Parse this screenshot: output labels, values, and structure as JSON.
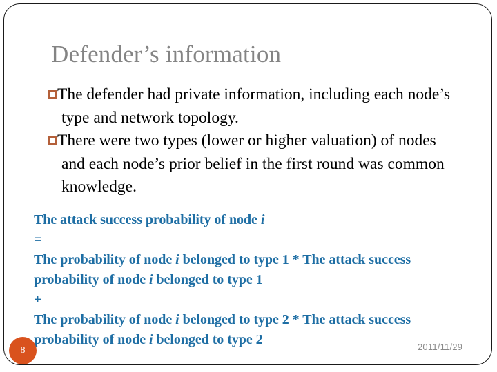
{
  "slide": {
    "title": "Defender’s information",
    "page_number": "8",
    "date": "2011/11/29",
    "colors": {
      "title_gray": "#848484",
      "bullet_marker_orange": "#b4603a",
      "formula_blue": "#1e6ea4",
      "badge_orange": "#d9521d",
      "frame_outline": "#1a1a1a",
      "body_black": "#000000",
      "date_gray": "#8a8a8a"
    },
    "bullets": [
      {
        "marker": "hollow-square-bullet",
        "text": "The defender had private information, including each node’s type and network topology."
      },
      {
        "marker": "hollow-square-bullet",
        "text": "There were two types (lower or higher valuation) of nodes and each node’s prior belief in the first round was common knowledge."
      }
    ],
    "formula": {
      "lines": [
        {
          "id": "line-1",
          "parts": [
            {
              "type": "text",
              "value": "The attack success probability of node "
            },
            {
              "type": "italic",
              "value": "i"
            }
          ],
          "plain": "The attack success probability of node i"
        },
        {
          "id": "line-2-equals",
          "parts": [
            {
              "type": "text",
              "value": "="
            }
          ],
          "plain": "="
        },
        {
          "id": "line-3",
          "parts": [
            {
              "type": "text",
              "value": "The probability of node "
            },
            {
              "type": "italic",
              "value": "i"
            },
            {
              "type": "text",
              "value": " belonged to type 1 * The attack success"
            }
          ],
          "plain": "The probability of node i belonged to type 1 * The attack success"
        },
        {
          "id": "line-4",
          "parts": [
            {
              "type": "text",
              "value": "probability of node "
            },
            {
              "type": "italic",
              "value": "i"
            },
            {
              "type": "text",
              "value": " belonged to type 1"
            }
          ],
          "plain": "probability of node i belonged to type 1"
        },
        {
          "id": "line-5-plus",
          "parts": [
            {
              "type": "text",
              "value": "+"
            }
          ],
          "plain": "+"
        },
        {
          "id": "line-6",
          "parts": [
            {
              "type": "text",
              "value": "The probability of node "
            },
            {
              "type": "italic",
              "value": "i"
            },
            {
              "type": "text",
              "value": " belonged to type 2 * The attack success"
            }
          ],
          "plain": "The probability of node i belonged to type 2 * The attack success"
        },
        {
          "id": "line-7",
          "parts": [
            {
              "type": "text",
              "value": "probability of node "
            },
            {
              "type": "italic",
              "value": "i"
            },
            {
              "type": "text",
              "value": " belonged to type 2"
            }
          ],
          "plain": "probability of node i belonged to type 2"
        }
      ]
    }
  }
}
